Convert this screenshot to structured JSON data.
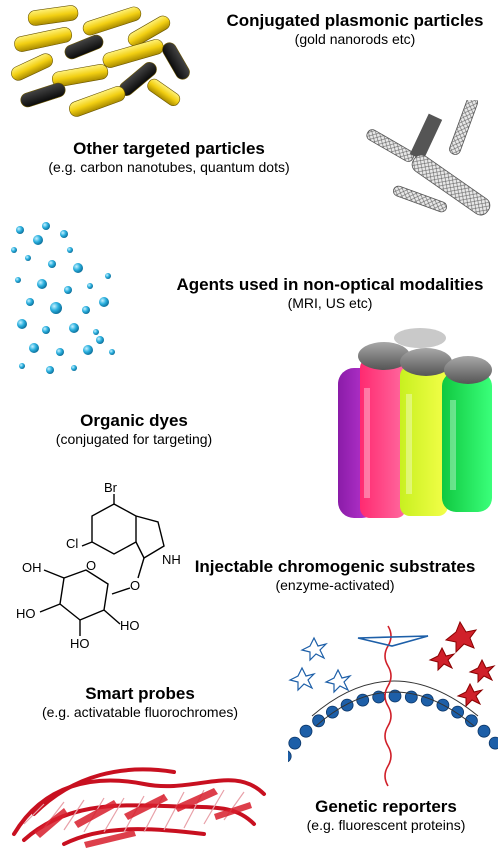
{
  "categories": [
    {
      "title": "Conjugated plasmonic particles",
      "subtitle": "(gold nanorods etc)"
    },
    {
      "title": "Other targeted particles",
      "subtitle": "(e.g. carbon nanotubes, quantum dots)"
    },
    {
      "title": "Agents used in non-optical modalities",
      "subtitle": "(MRI, US etc)"
    },
    {
      "title": "Organic dyes",
      "subtitle": "(conjugated for targeting)"
    },
    {
      "title": "Injectable chromogenic substrates",
      "subtitle": "(enzyme-activated)"
    },
    {
      "title": "Smart probes",
      "subtitle": "(e.g. activatable fluorochromes)"
    },
    {
      "title": "Genetic reporters",
      "subtitle": "(e.g. fluorescent proteins)"
    }
  ],
  "molecule_atoms": [
    "Br",
    "Cl",
    "NH",
    "OH",
    "HO",
    "HO",
    "HO",
    "O",
    "O"
  ]
}
